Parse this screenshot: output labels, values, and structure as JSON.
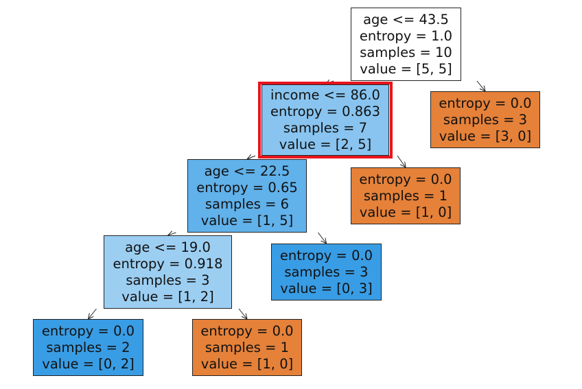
{
  "highlight_color": "#e8141c",
  "nodes": [
    {
      "id": "root",
      "lines": [
        "age <= 43.5",
        "entropy = 1.0",
        "samples = 10",
        "value = [5, 5]"
      ],
      "fill": "#ffffff",
      "highlighted": false
    },
    {
      "id": "income",
      "lines": [
        "income <= 86.0",
        "entropy = 0.863",
        "samples = 7",
        "value = [2, 5]"
      ],
      "fill": "#88c4ef",
      "highlighted": true
    },
    {
      "id": "leaf_right_top",
      "lines": [
        "entropy = 0.0",
        "samples = 3",
        "value = [3, 0]"
      ],
      "fill": "#e58139",
      "highlighted": false
    },
    {
      "id": "age2",
      "lines": [
        "age <= 22.5",
        "entropy = 0.65",
        "samples = 6",
        "value = [1, 5]"
      ],
      "fill": "#61b1ea",
      "highlighted": false
    },
    {
      "id": "leaf_income_right",
      "lines": [
        "entropy = 0.0",
        "samples = 1",
        "value = [1, 0]"
      ],
      "fill": "#e58139",
      "highlighted": false
    },
    {
      "id": "age3",
      "lines": [
        "age <= 19.0",
        "entropy = 0.918",
        "samples = 3",
        "value = [1, 2]"
      ],
      "fill": "#9ccef2",
      "highlighted": false
    },
    {
      "id": "leaf_age2_right",
      "lines": [
        "entropy = 0.0",
        "samples = 3",
        "value = [0, 3]"
      ],
      "fill": "#399de5",
      "highlighted": false
    },
    {
      "id": "leaf_age3_left",
      "lines": [
        "entropy = 0.0",
        "samples = 2",
        "value = [0, 2]"
      ],
      "fill": "#399de5",
      "highlighted": false
    },
    {
      "id": "leaf_age3_right",
      "lines": [
        "entropy = 0.0",
        "samples = 1",
        "value = [1, 0]"
      ],
      "fill": "#e58139",
      "highlighted": false
    }
  ],
  "edges": [
    {
      "from": "root",
      "to": "income"
    },
    {
      "from": "root",
      "to": "leaf_right_top"
    },
    {
      "from": "income",
      "to": "age2"
    },
    {
      "from": "income",
      "to": "leaf_income_right"
    },
    {
      "from": "age2",
      "to": "age3"
    },
    {
      "from": "age2",
      "to": "leaf_age2_right"
    },
    {
      "from": "age3",
      "to": "leaf_age3_left"
    },
    {
      "from": "age3",
      "to": "leaf_age3_right"
    }
  ]
}
